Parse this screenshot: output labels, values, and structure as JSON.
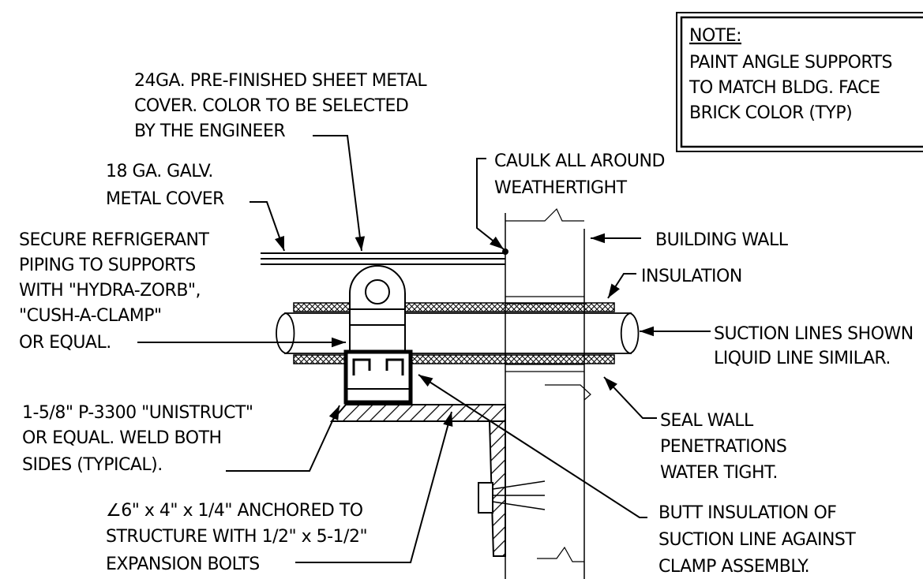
{
  "note": {
    "heading": "NOTE:",
    "lines": [
      "PAINT ANGLE SUPPORTS",
      "TO MATCH BLDG. FACE",
      "BRICK COLOR (TYP)"
    ]
  },
  "labels": {
    "sheet_metal_cover": [
      "24GA. PRE-FINISHED SHEET METAL",
      "COVER.  COLOR TO BE SELECTED",
      "BY THE ENGINEER"
    ],
    "galv_cover": [
      "18 GA. GALV.",
      "METAL COVER"
    ],
    "secure_piping": [
      "SECURE REFRIGERANT",
      "PIPING TO SUPPORTS",
      "WITH \"HYDRA-ZORB\",",
      "\"CUSH-A-CLAMP\"",
      "OR EQUAL."
    ],
    "caulk": [
      "CAULK ALL AROUND",
      "WEATHERTIGHT"
    ],
    "building_wall": [
      "BUILDING WALL"
    ],
    "insulation": [
      "INSULATION"
    ],
    "suction_lines": [
      "SUCTION LINES SHOWN",
      "LIQUID LINE SIMILAR."
    ],
    "unistrut": [
      "1-5/8\" P-3300 \"UNISTRUCT\"",
      "OR EQUAL. WELD BOTH",
      "SIDES (TYPICAL)."
    ],
    "seal_wall": [
      "SEAL WALL",
      "PENETRATIONS",
      "WATER TIGHT."
    ],
    "angle": [
      "∠6\" x 4\" x 1/4\" ANCHORED TO",
      "STRUCTURE WITH 1/2\" x 5-1/2\"",
      "EXPANSION BOLTS"
    ],
    "butt_insulation": [
      "BUTT INSULATION OF",
      "SUCTION LINE AGAINST",
      "CLAMP ASSEMBLY."
    ]
  }
}
